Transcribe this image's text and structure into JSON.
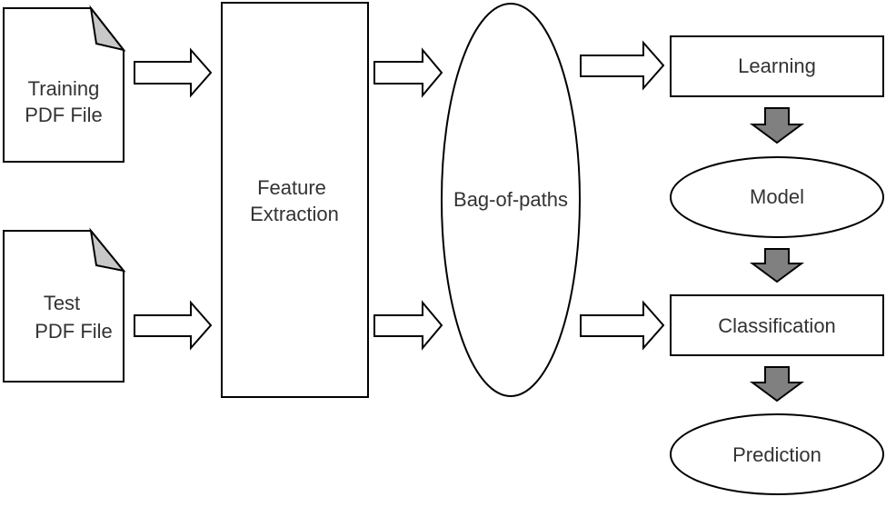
{
  "nodes": {
    "training_file": {
      "lines": [
        "Training",
        "PDF File"
      ]
    },
    "test_file": {
      "lines": [
        "Test",
        "PDF File"
      ]
    },
    "feature_extraction": {
      "lines": [
        "Feature",
        "Extraction"
      ]
    },
    "bag_of_paths": {
      "label": "Bag-of-paths"
    },
    "learning": {
      "label": "Learning"
    },
    "model": {
      "label": "Model"
    },
    "classification": {
      "label": "Classification"
    },
    "prediction": {
      "label": "Prediction"
    }
  },
  "colors": {
    "stroke": "#000000",
    "text": "#333333",
    "fold": "#c8c8c8",
    "flow_arrow": "#808080",
    "background": "#ffffff"
  }
}
